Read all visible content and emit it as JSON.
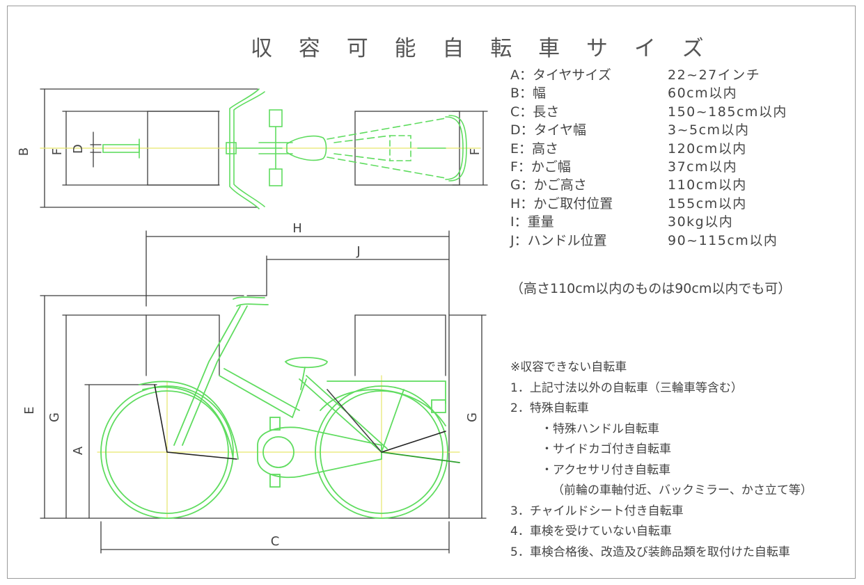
{
  "title": "収 容 可 能 自 転 車 サ イ ズ",
  "specs": [
    {
      "label": "A：タイヤサイズ",
      "value": "22~27インチ"
    },
    {
      "label": "B：幅",
      "value": "60cm以内"
    },
    {
      "label": "C：長さ",
      "value": "150~185cm以内"
    },
    {
      "label": "D：タイヤ幅",
      "value": "3~5cm以内"
    },
    {
      "label": "E：高さ",
      "value": "120cm以内"
    },
    {
      "label": "F：かご幅",
      "value": "37cm以内"
    },
    {
      "label": "G：かご高さ",
      "value": "110cm以内"
    },
    {
      "label": "H：かご取付位置",
      "value": "155cm以内"
    },
    {
      "label": "I：重量",
      "value": "30kg以内"
    },
    {
      "label": "J：ハンドル位置",
      "value": "90~115cm以内"
    }
  ],
  "spec_note": "（高さ110cm以内のものは90cm以内でも可）",
  "exclusions": {
    "heading": "※収容できない自転車",
    "items": [
      {
        "text": "1．上記寸法以外の自転車（三輪車等含む）",
        "level": 1
      },
      {
        "text": "2．特殊自転車",
        "level": 1
      },
      {
        "text": "・特殊ハンドル自転車",
        "level": 2
      },
      {
        "text": "・サイドカゴ付き自転車",
        "level": 2
      },
      {
        "text": "・アクセサリ付き自転車",
        "level": 2
      },
      {
        "text": "（前輪の車軸付近、バックミラー、かさ立て等）",
        "level": 3
      },
      {
        "text": "3．チャイルドシート付き自転車",
        "level": 1
      },
      {
        "text": "4．車検を受けていない自転車",
        "level": 1
      },
      {
        "text": "5．車検合格後、改造及び装飾品類を取付けた自転車",
        "level": 1
      }
    ]
  },
  "dimension_letters": {
    "B": "B",
    "F": "F",
    "D": "D",
    "H": "H",
    "J": "J",
    "E": "E",
    "G": "G",
    "A": "A",
    "C": "C"
  },
  "colors": {
    "dimension": "#3c3c3c",
    "bike": "#5fdc5f",
    "bike_dark": "#2ea02e",
    "centerline": "#e6e66a",
    "spoke": "#222222"
  }
}
